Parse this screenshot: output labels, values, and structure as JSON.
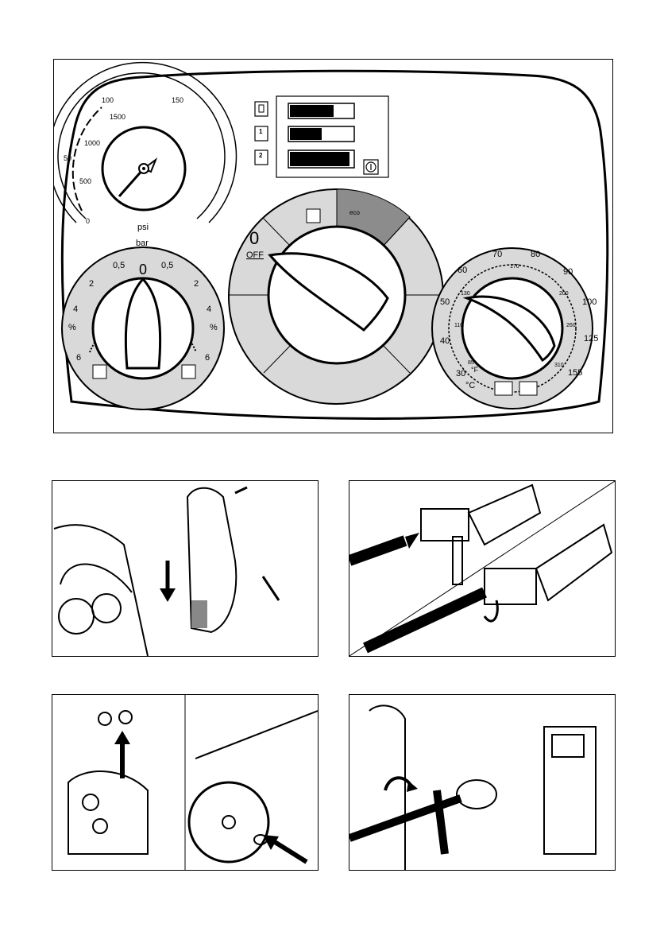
{
  "panel": {
    "pressure_gauge": {
      "psi_ticks": [
        "0",
        "500",
        "1000",
        "1500"
      ],
      "bar_ticks": [
        "0",
        "50",
        "100",
        "150"
      ],
      "unit_psi": "psi",
      "unit_bar": "bar"
    },
    "detergent_dial": {
      "top_label": "0",
      "left_labels": [
        "0,5",
        "2",
        "4",
        "%",
        "6"
      ],
      "right_labels": [
        "0,5",
        "2",
        "4",
        "%",
        "6"
      ]
    },
    "main_switch": {
      "off_value": "0",
      "off_label": "OFF",
      "eco_label": "eco"
    },
    "temperature_dial": {
      "celsius_ticks": [
        "30",
        "40",
        "50",
        "60",
        "70",
        "80",
        "90",
        "100",
        "125",
        "155"
      ],
      "fahrenheit_ticks": [
        "85",
        "110",
        "130",
        "170",
        "200",
        "260",
        "310"
      ],
      "unit_c": "°C",
      "unit_f": "°F"
    },
    "detergent_tank_labels": [
      "1",
      "2"
    ],
    "fuel_level": 0.7,
    "tank1_level": 0.5,
    "tank2_level": 0.95
  },
  "colors": {
    "dial_gray": "#d9d9d9",
    "eco_segment": "#8c8c8c",
    "line": "#000000"
  }
}
